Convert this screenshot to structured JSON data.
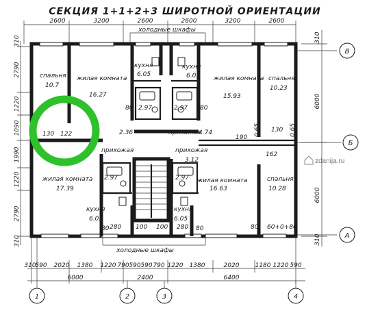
{
  "title": "СЕКЦИЯ 1+1+2+3 ШИРОТНОЙ ОРИЕНТАЦИИ",
  "watermark": "zdanija.ru",
  "top_dims": [
    "2600",
    "3200",
    "2600",
    "2600",
    "3200",
    "2600"
  ],
  "bottom_dims": [
    "310",
    "590",
    "2020",
    "1380",
    "1220",
    "790",
    "590",
    "590",
    "790",
    "1220",
    "1380",
    "2020",
    "1180",
    "1220",
    "590"
  ],
  "bottom_totals": [
    "6000",
    "2400",
    "6400"
  ],
  "left_dims": [
    "310",
    "2790",
    "1220",
    "1090",
    "1990",
    "1220",
    "2790",
    "310"
  ],
  "right_dims": [
    "310",
    "6000",
    "6000",
    "310"
  ],
  "axes_rows": [
    "В",
    "Б",
    "А"
  ],
  "axes_cols": [
    "1",
    "2",
    "3",
    "4"
  ],
  "storage_top": "холодные шкафы",
  "storage_bottom": "холодные шкафы",
  "rooms": {
    "bedroom_tl": {
      "name": "спальня",
      "area": "10.7"
    },
    "living_tl": {
      "name": "жилая комната",
      "area": "16.27"
    },
    "kitchen_tl": {
      "name": "кухня",
      "area": "6.05"
    },
    "kitchen_tr": {
      "name": "кухня",
      "area": "6.05"
    },
    "living_tr": {
      "name": "жилая комната",
      "area": "15.93"
    },
    "bedroom_tr": {
      "name": "спальня",
      "area": "10.23"
    },
    "hall_tr": {
      "name": "прихожая",
      "area": "4.74"
    },
    "hall_bl": {
      "name": "прихожая",
      "area": ""
    },
    "hall_br": {
      "name": "прихожая",
      "area": "3.12"
    },
    "living_bl": {
      "name": "жилая комната",
      "area": "17.39"
    },
    "living_br": {
      "name": "жилая комната",
      "area": "16.63"
    },
    "bedroom_br": {
      "name": "спальня",
      "area": "10.28"
    },
    "kitchen_bl": {
      "name": "кухня",
      "area": "6.05"
    },
    "kitchen_br": {
      "name": "кухня",
      "area": "6.05"
    }
  },
  "small_labels": {
    "bath_tl": "2.97",
    "bath_tr": "2.97",
    "bath_bl": "2.97",
    "bath_br": "2.97",
    "val_80_a": "80",
    "val_80_b": "80",
    "val_236": "2.36",
    "val_130_l": "130",
    "val_122_l": "122",
    "val_190": "190",
    "val_130_r": "130",
    "val_065_a": "0.65",
    "val_065_b": "0.65",
    "val_162": "162",
    "val_80_c": "80",
    "val_80_d": "80",
    "val_280_a": "280",
    "val_100_a": "100",
    "val_100_b": "100",
    "val_280_b": "280",
    "val_60": "60+0+80",
    "val_80_e": "80"
  },
  "colors": {
    "ink": "#1b1b1b",
    "highlight": "#2fc12b",
    "background": "#ffffff"
  }
}
